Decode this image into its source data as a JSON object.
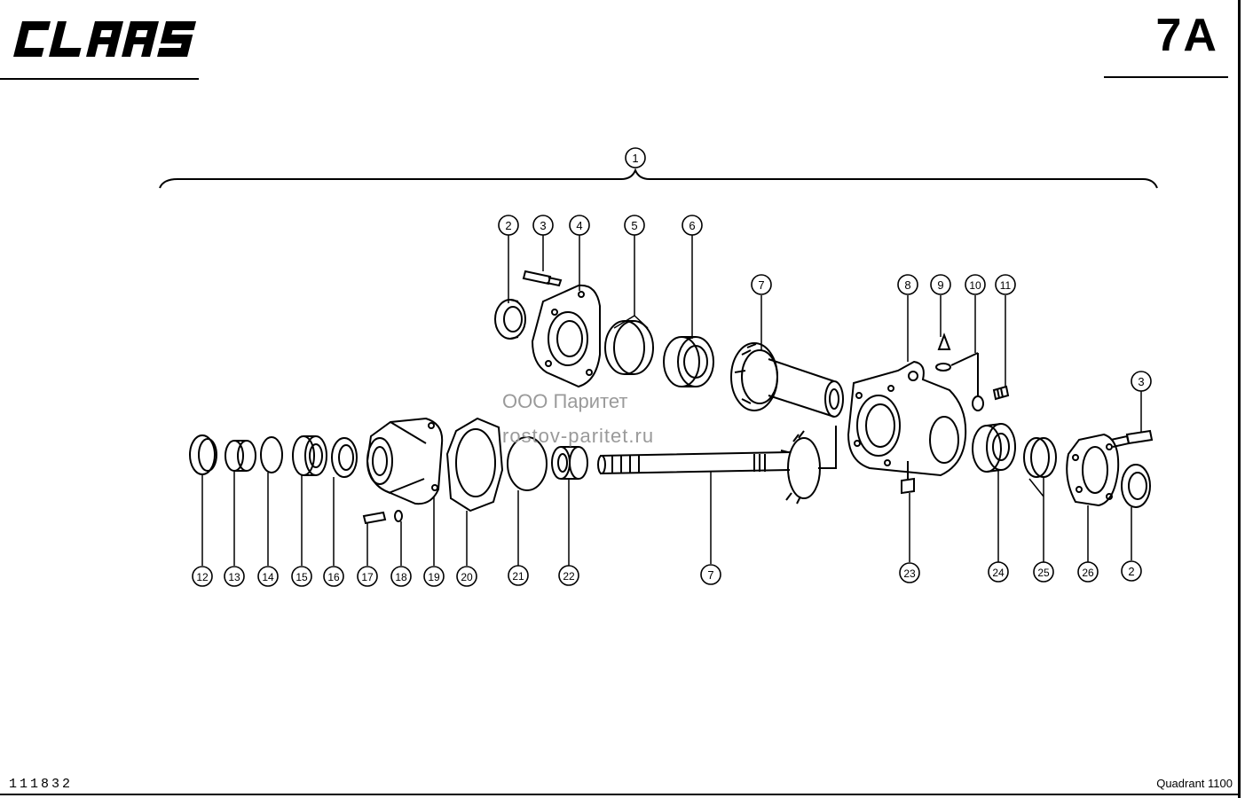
{
  "header": {
    "brand": "CLAAS",
    "sheet_number": "7A"
  },
  "footer": {
    "drawing_number": "111832",
    "model": "Quadrant 1100"
  },
  "watermark": {
    "line1": "ООО Паритет",
    "line2": "rostov-paritet.ru"
  },
  "callouts": {
    "assembly": "1",
    "top": [
      "2",
      "3",
      "4",
      "5",
      "6",
      "7",
      "8",
      "9",
      "10",
      "11",
      "3"
    ],
    "bottom": [
      "12",
      "13",
      "14",
      "15",
      "16",
      "17",
      "18",
      "19",
      "20",
      "21",
      "22",
      "7",
      "23",
      "24",
      "25",
      "26",
      "2"
    ]
  }
}
